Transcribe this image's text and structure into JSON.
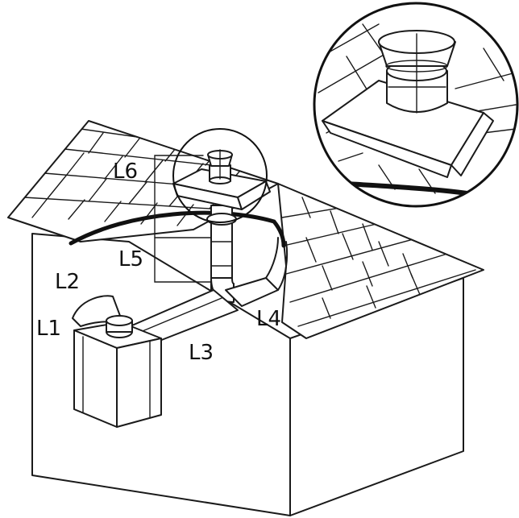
{
  "labels": {
    "l1": "L1",
    "l2": "L2",
    "l3": "L3",
    "l4": "L4",
    "l5": "L5",
    "l6": "L6"
  },
  "colors": {
    "line": "#1a1a1a",
    "background": "#ffffff"
  }
}
